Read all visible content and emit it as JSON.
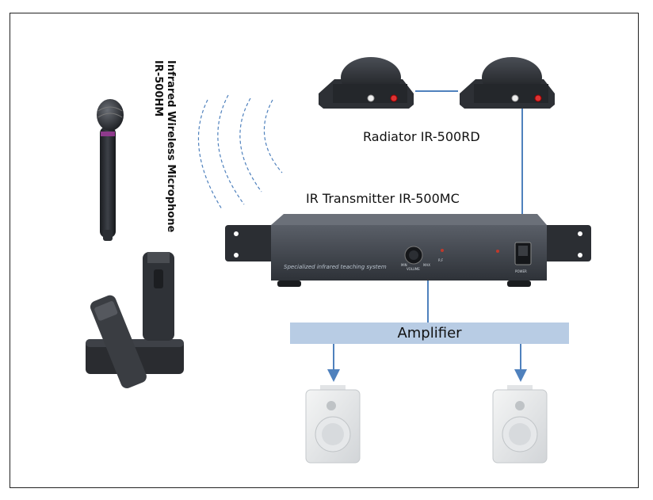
{
  "labels": {
    "mic_line1": "Infrared Wireless Microphone",
    "mic_line2": "IR-500HM",
    "radiator": "Radiator IR-500RD",
    "transmitter": "IR Transmitter IR-500MC",
    "amplifier": "Amplifier"
  },
  "panel": {
    "brand": "Specialized infrared teaching system",
    "volume": "VOLUME",
    "min": "MIN",
    "max": "MAX",
    "rf": "R.F",
    "power": "POWER"
  },
  "colors": {
    "link": "#4f81bd",
    "amplifier_fill": "#b8cce4",
    "device_body": "#3b3f46",
    "signal_wave": "#4f81bd"
  },
  "icons": [
    "microphone-icon",
    "charger-icon",
    "radiator-icon",
    "transmitter-icon",
    "speaker-icon",
    "signal-wave-icon",
    "arrow-down-icon"
  ]
}
